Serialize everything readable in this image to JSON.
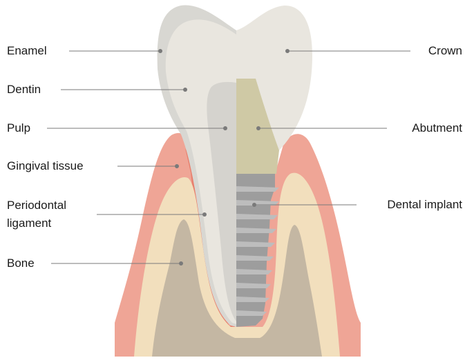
{
  "labels": {
    "enamel": "Enamel",
    "dentin": "Dentin",
    "pulp": "Pulp",
    "gingival_tissue": "Gingival tissue",
    "periodontal_line1": "Periodontal",
    "periodontal_line2": "ligament",
    "bone": "Bone",
    "crown": "Crown",
    "abutment": "Abutment",
    "dental_implant": "Dental implant"
  },
  "colors": {
    "gum": "#efa596",
    "gum_dark": "#e8806e",
    "bone_outer": "#f2dfbd",
    "bone_inner": "#c4b7a3",
    "enamel": "#d8d7d2",
    "dentin": "#e9e6df",
    "pulp": "#d5d3ce",
    "abutment": "#cfc9a5",
    "implant": "#9d9d9d",
    "leader": "#7a7a7a"
  }
}
